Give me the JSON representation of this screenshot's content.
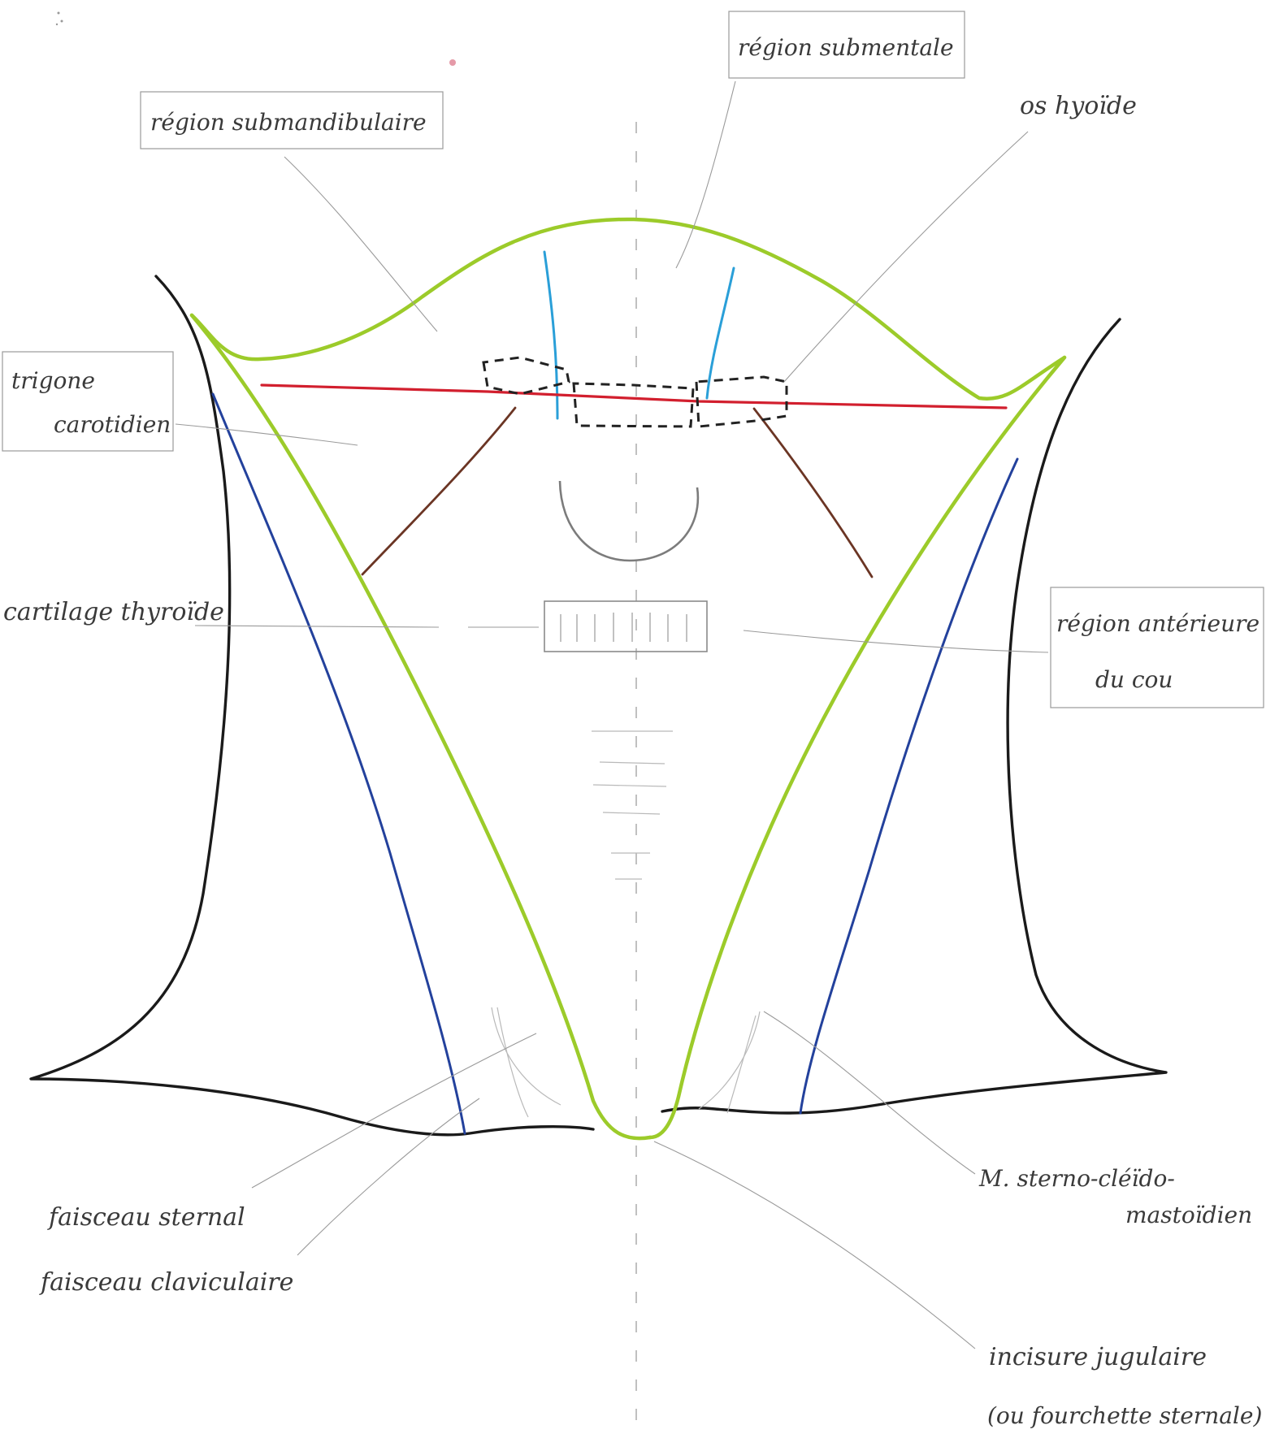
{
  "labels": {
    "submandibular": "région submandibulaire",
    "submental": "région submentale",
    "hyoid": "os hyoïde",
    "carotid_line1": "trigone",
    "carotid_line2": "carotidien",
    "thyroid": "cartilage thyroïde",
    "anterior_line1": "région antérieure",
    "anterior_line2": "du cou",
    "scm_line1": "M. sterno-cléïdo-",
    "scm_line2": "mastoïdien",
    "sternal_head": "faisceau sternal",
    "clavicular_head": "faisceau claviculaire",
    "jugular_line1": "incisure jugulaire",
    "jugular_line2": "(ou fourchette sternale)"
  },
  "colors": {
    "outline": "#1a1a1a",
    "sternocleidomastoid": "#9ccb2a",
    "external_jugular": "#23419c",
    "anterior_jugular": "#2a9fd8",
    "hyoid_line": "#d21f2e",
    "omohyoid": "#6b3524",
    "hyoid_dashed": "#222222",
    "pencil": "#9a9a9a"
  }
}
